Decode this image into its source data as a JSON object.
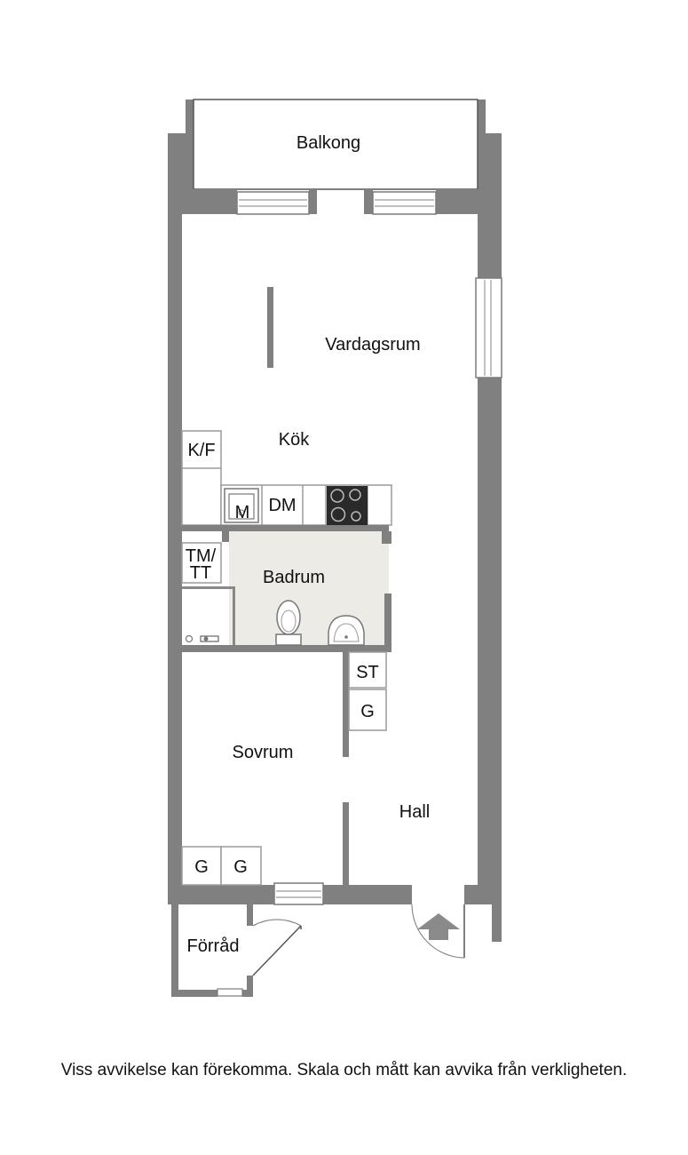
{
  "rooms": {
    "balcony": "Balkong",
    "living_room": "Vardagsrum",
    "kitchen": "Kök",
    "bathroom": "Badrum",
    "bedroom": "Sovrum",
    "hall": "Hall",
    "storage": "Förråd"
  },
  "fixtures": {
    "fridge_freezer": "K/F",
    "dishwasher": "DM",
    "microwave": "M",
    "washer_dryer_line1": "TM/",
    "washer_dryer_line2": "TT",
    "ironing_cupboard": "ST",
    "wardrobe_hall": "G",
    "wardrobe_bed_1": "G",
    "wardrobe_bed_2": "G"
  },
  "colors": {
    "wall": "#808080",
    "bathroom_floor": "#edebe6",
    "stove": "#2a2a2a",
    "entrance_arrow": "#8a8a8a"
  },
  "disclaimer": "Viss avvikelse kan förekomma. Skala och mått kan avvika från verkligheten."
}
